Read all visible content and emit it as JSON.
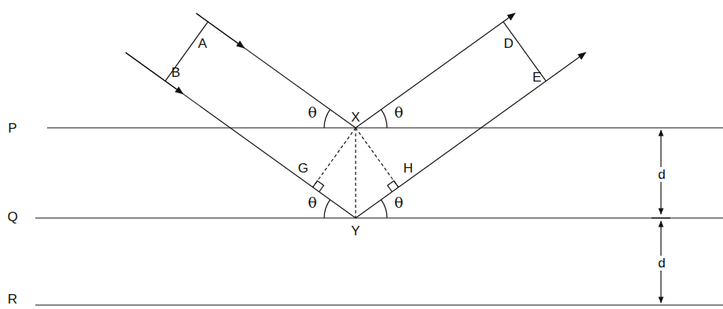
{
  "diagram": {
    "labels": [
      "A",
      "B",
      "D",
      "E",
      "θ",
      "X",
      "θ",
      "P",
      "G",
      "H",
      "d",
      "θ",
      "θ",
      "Q",
      "Y",
      "d",
      "R"
    ]
  }
}
